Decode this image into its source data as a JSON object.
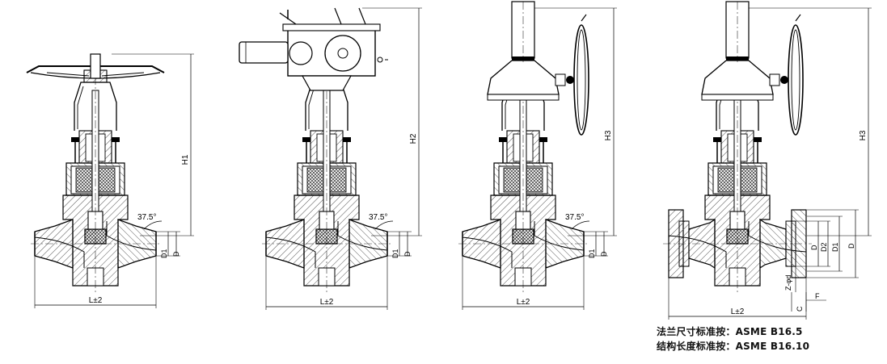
{
  "dimension_labels": {
    "h1": "H1",
    "h2": "H2",
    "h3": "H3",
    "length": "L±2",
    "d": "D",
    "d1": "D1",
    "d2": "D2",
    "angle": "37.5°",
    "bolt_holes": "Z-φd",
    "c": "C",
    "f": "F"
  },
  "notes": {
    "flange_standard": "法兰尺寸标准按：ASME B16.5",
    "length_standard": "结构长度标准按：ASME B16.10"
  },
  "colors": {
    "line": "#000000",
    "hatch": "#555555",
    "background": "#ffffff"
  },
  "icons": [
    "handwheel-icon",
    "electric-actuator-icon",
    "gear-operator-icon"
  ]
}
